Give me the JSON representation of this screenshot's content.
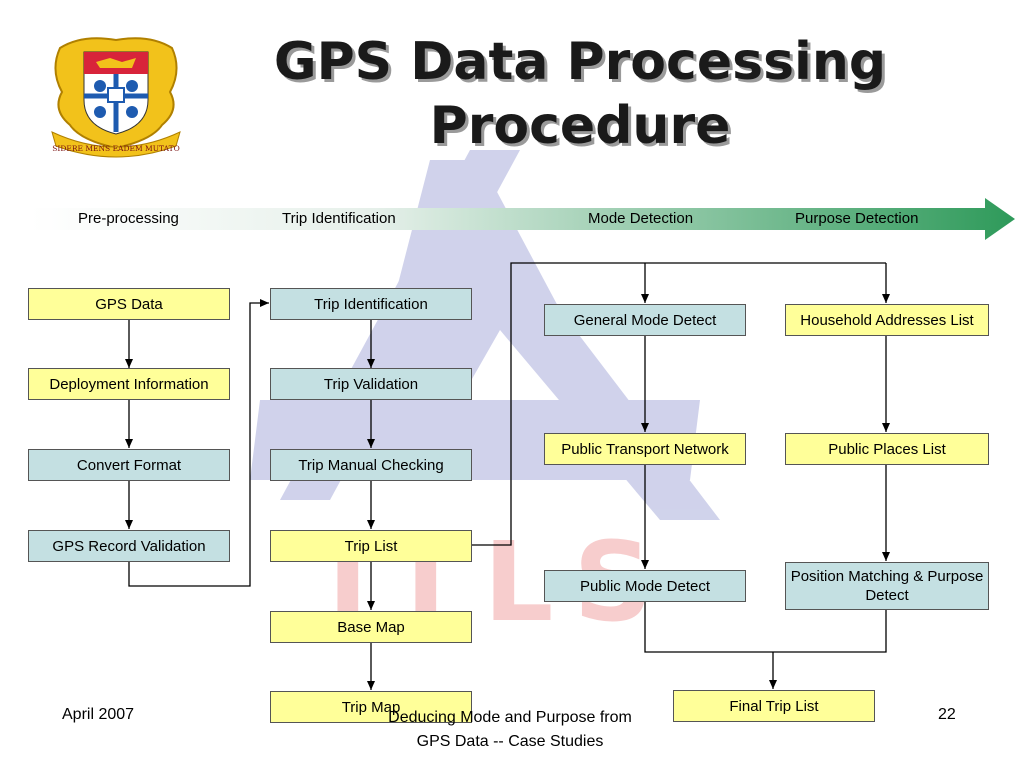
{
  "slide": {
    "title_lines": [
      "GPS Data Processing",
      "Procedure"
    ],
    "crest_motto": "SIDERE MENS EADEM MUTATO",
    "watermark_text": "ITLS"
  },
  "stages": [
    "Pre-processing",
    "Trip Identification",
    "Mode Detection",
    "Purpose Detection"
  ],
  "boxes": {
    "gps_data": "GPS Data",
    "deployment_information": "Deployment Information",
    "convert_format": "Convert Format",
    "gps_record_validation": "GPS Record Validation",
    "trip_identification": "Trip Identification",
    "trip_validation": "Trip Validation",
    "trip_manual_checking": "Trip Manual Checking",
    "trip_list": "Trip List",
    "base_map": "Base Map",
    "trip_map": "Trip Map",
    "general_mode_detect": "General Mode Detect",
    "public_transport_network": "Public Transport Network",
    "public_mode_detect": "Public Mode Detect",
    "household_addresses_list": "Household Addresses List",
    "public_places_list": "Public Places List",
    "position_matching": "Position Matching & Purpose Detect",
    "final_trip_list": "Final Trip List"
  },
  "footer": {
    "date": "April 2007",
    "subtitle_lines": [
      "Deducing Mode and Purpose from",
      "GPS Data -- Case Studies"
    ],
    "page_number": "22"
  },
  "colors": {
    "yellow_box": "#ffff99",
    "blue_box": "#c4e0e2",
    "arrow_green": "#2e9a5a",
    "watermark": "#c8cbe8"
  }
}
